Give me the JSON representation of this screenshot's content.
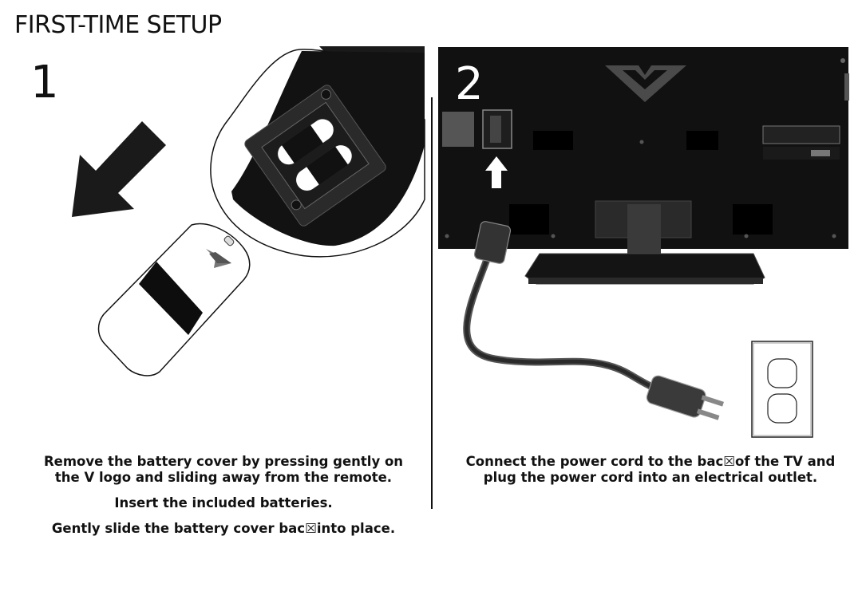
{
  "page": {
    "title": "FIRST-TIME SETUP"
  },
  "step1": {
    "number": "1",
    "instructions": [
      "Remove the battery cover by pressing gently on the V logo and sliding away from the remote.",
      "Insert the included batteries.",
      "Gently slide the battery cover bac☒into place."
    ]
  },
  "step2": {
    "number": "2",
    "instructions": [
      "Connect the power cord to the bac☒of the TV and plug the power cord into an electrical outlet."
    ]
  },
  "colors": {
    "text": "#111111",
    "tv_body": "#111111",
    "cord": "#3a3a3a"
  }
}
